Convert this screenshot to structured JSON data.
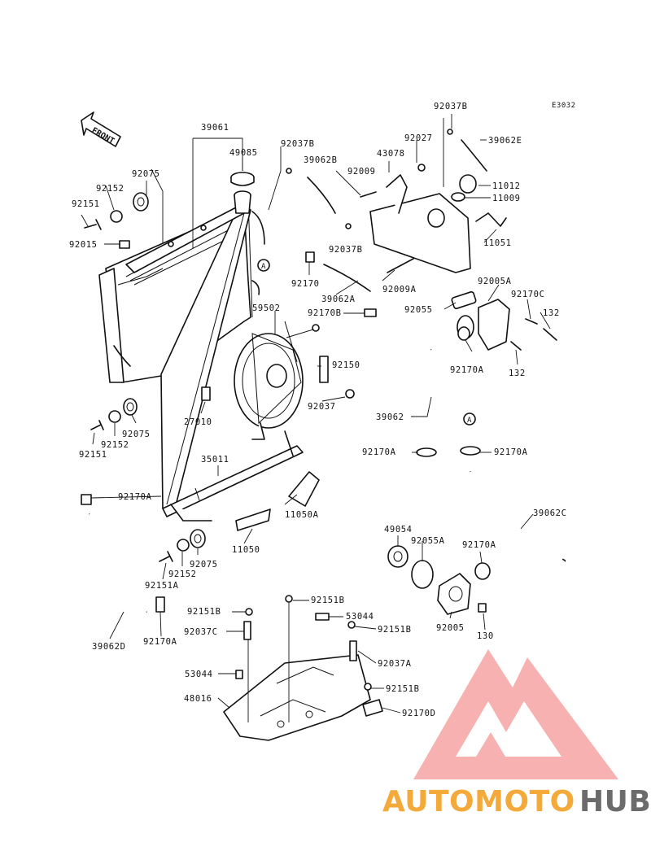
{
  "diagram": {
    "code": "E3032",
    "front_label": "FRONT",
    "labels": {
      "l39061": "39061",
      "l49085": "49085",
      "l92037B_top": "92037B",
      "l39062B": "39062B",
      "l92037B_right": "92037B",
      "l92027": "92027",
      "l43078": "43078",
      "l39062E": "39062E",
      "l92009": "92009",
      "l11012": "11012",
      "l11009": "11009",
      "l11051": "11051",
      "l92037B_mid": "92037B",
      "l92009A": "92009A",
      "l92075_top": "92075",
      "l92152_top": "92152",
      "l92151_top": "92151",
      "l92015": "92015",
      "l92170": "92170",
      "l39062A": "39062A",
      "l92170B": "92170B",
      "l92005A": "92005A",
      "l92170C": "92170C",
      "l92055": "92055",
      "l132_a": "132",
      "l59502": "59502",
      "l92150": "92150",
      "l92170A_r1": "92170A",
      "l132_b": "132",
      "l92037": "92037",
      "l27010": "27010",
      "l92075_mid": "92075",
      "l92152_mid": "92152",
      "l92151_mid": "92151",
      "l39062": "39062",
      "l92170A_mid_l": "92170A",
      "l92170A_mid_r": "92170A",
      "l35011": "35011",
      "l92170A_left": "92170A",
      "l11050A": "11050A",
      "l39062C": "39062C",
      "l49054": "49054",
      "l92055A": "92055A",
      "l92170A_low": "92170A",
      "l11050": "11050",
      "l92075_low": "92075",
      "l92152_low": "92152",
      "l92151A": "92151A",
      "l92005": "92005",
      "l130": "130",
      "l92151B_a": "92151B",
      "l92151B_b": "92151B",
      "l53044_a": "53044",
      "l92037C": "92037C",
      "l92151B_c": "92151B",
      "l92037A": "92037A",
      "l53044_b": "53044",
      "l92151B_d": "92151B",
      "l48016": "48016",
      "l92170D": "92170D",
      "l39062D": "39062D",
      "l92170A_bot": "92170A",
      "callout_a1": "A",
      "callout_a2": "A"
    }
  },
  "watermark": {
    "part1": "AUTOMOTO",
    "part2": "HUB",
    "color1": "#f4a93b",
    "color2": "#6b6b6b",
    "triangle_color": "#f28b8b"
  }
}
